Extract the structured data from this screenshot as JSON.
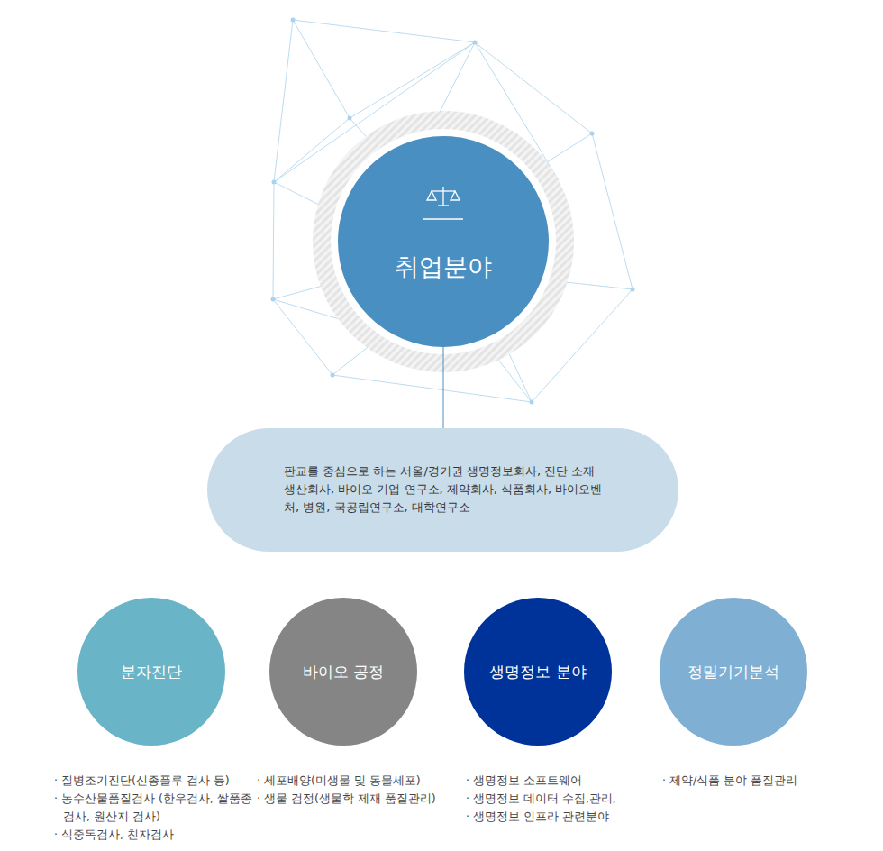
{
  "diagram": {
    "nodes": [
      {
        "text": [
          "취업분야"
        ]
      },
      {
        "text": [
          "판교를 중심으로 하는 서울/경기권 생명정보회사, 진단 소재 생산회사, 바이오 기업 연구소, 제약회사, 식품회사, 바이오벤처, 병원, 국공립연구소, 대학연구소"
        ]
      },
      {
        "text": [
          "분자진단"
        ]
      },
      {
        "text": [
          "바이오 공정"
        ]
      },
      {
        "text": [
          "생명정보 분야"
        ]
      },
      {
        "text": [
          "정밀기기분석"
        ]
      }
    ],
    "edges": [
      {
        "from": 0,
        "to": 1,
        "arrow": "none"
      }
    ],
    "labels": [
      "· 질병조기진단(신종플루 검사 등)",
      "· 농수산물품질검사 (한우검사, 쌀품종 검사, 원산지 검사)",
      "· 식중독검사, 친자검사",
      "· 세포배양(미생물 및 동물세포)",
      "· 생물 검정(생물학 제재 품질관리)",
      "· 생명정보 소프트웨어",
      "· 생명정보 데이터 수집,관리,",
      "· 생명정보 인프라 관련분야",
      "· 제약/식품 분야 품질관리"
    ]
  }
}
